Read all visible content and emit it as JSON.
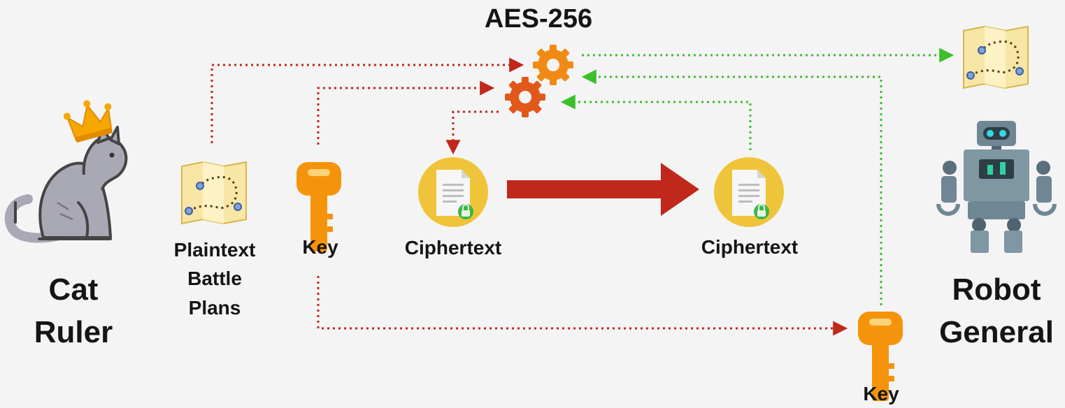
{
  "title": "AES-256",
  "labels": {
    "sender": "Cat\nRuler",
    "plaintext": "Plaintext\nBattle\nPlans",
    "key_sender": "Key",
    "ciphertext_sender": "Ciphertext",
    "ciphertext_receiver": "Ciphertext",
    "receiver": "Robot\nGeneral",
    "key_receiver": "Key"
  },
  "colors": {
    "background": "#f4f4f4",
    "encrypt_path": "#c0281b",
    "decrypt_path": "#3bbf2b",
    "gear_orange": "#f08a14",
    "gear_red": "#e2571a",
    "key": "#f5940a",
    "ciphertext_circle": "#f0c43a",
    "transfer_arrow": "#c0281b",
    "cat": "#a9a8b5",
    "crown": "#f6a800",
    "robot": "#6f8694"
  },
  "icons": [
    "cat-icon",
    "crown-icon",
    "map-icon",
    "key-icon",
    "gear-icon",
    "document-lock-icon",
    "robot-icon"
  ]
}
